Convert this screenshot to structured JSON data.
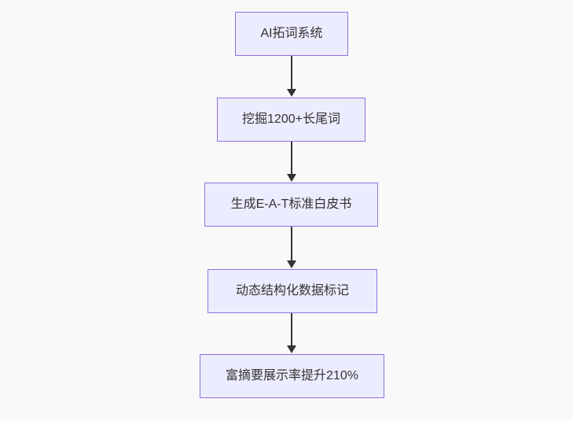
{
  "diagram": {
    "type": "flowchart",
    "direction": "top-to-bottom",
    "nodes": [
      {
        "id": "n1",
        "label": "AI拓词系统"
      },
      {
        "id": "n2",
        "label": "挖掘1200+长尾词"
      },
      {
        "id": "n3",
        "label": "生成E-A-T标准白皮书"
      },
      {
        "id": "n4",
        "label": "动态结构化数据标记"
      },
      {
        "id": "n5",
        "label": "富摘要展示率提升210%"
      }
    ],
    "edges": [
      {
        "from": "n1",
        "to": "n2"
      },
      {
        "from": "n2",
        "to": "n3"
      },
      {
        "from": "n3",
        "to": "n4"
      },
      {
        "from": "n4",
        "to": "n5"
      }
    ],
    "colors": {
      "node_fill": "#ECECFF",
      "node_border": "#9370DB",
      "text": "#333333",
      "arrow": "#333333",
      "background": "#F9F9F9"
    }
  }
}
